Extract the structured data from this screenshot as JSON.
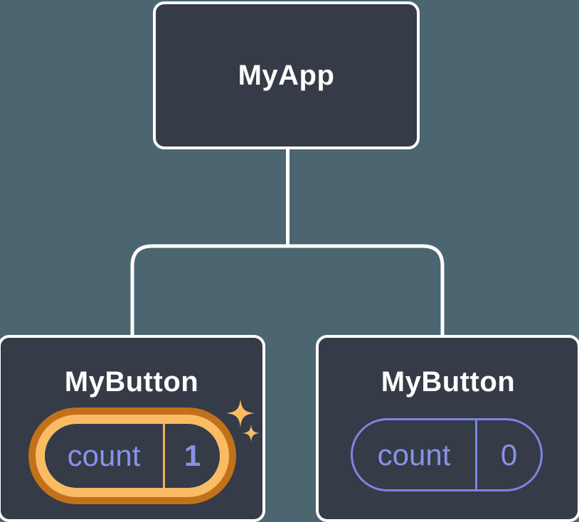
{
  "tree": {
    "root": {
      "label": "MyApp"
    },
    "children": [
      {
        "label": "MyButton",
        "state": {
          "key": "count",
          "value": "1"
        },
        "highlighted": true
      },
      {
        "label": "MyButton",
        "state": {
          "key": "count",
          "value": "0"
        },
        "highlighted": false
      }
    ]
  },
  "icons": {
    "sparkle_large": "sparkle-icon",
    "sparkle_small": "sparkle-icon"
  },
  "colors": {
    "background": "#4c6671",
    "node_fill": "#353b47",
    "node_border": "#ffffff",
    "connector": "#ffffff",
    "state_text": "#8a91e8",
    "pill_outline": "#7d85e0",
    "highlight_ring_outer": "#c2711a",
    "highlight_ring_inner": "#f9bc64",
    "highlight_divider": "#f3b05b",
    "sparkle": "#f9bc64"
  }
}
